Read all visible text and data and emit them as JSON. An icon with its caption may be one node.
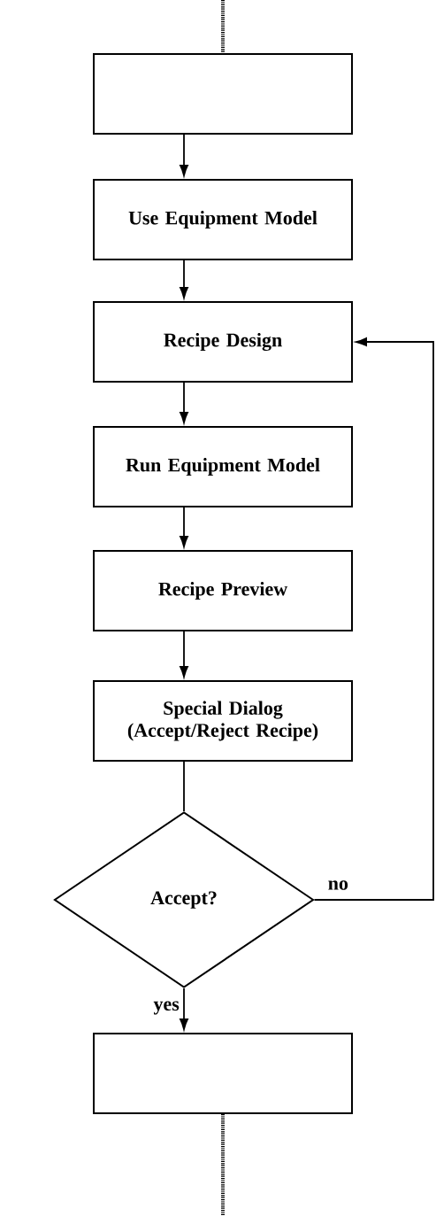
{
  "diagram": {
    "nodes": [
      {
        "text": [],
        "shape": "box"
      },
      {
        "text": [
          "Use Equipment Model"
        ]
      },
      {
        "text": [
          "Recipe Design"
        ]
      },
      {
        "text": [
          "Run Equipment Model"
        ]
      },
      {
        "text": [
          "Recipe Preview"
        ]
      },
      {
        "text": [
          "Special Dialog (Accept/Reject Recipe)"
        ]
      },
      {
        "text": [
          "Accept?"
        ]
      },
      {
        "text": [],
        "shape": "box"
      }
    ],
    "edges": [
      {
        "from": null,
        "to": 0,
        "arrow": "none",
        "style": "dashed"
      },
      {
        "from": 0,
        "to": 1,
        "arrow": "to"
      },
      {
        "from": 1,
        "to": 2,
        "arrow": "to"
      },
      {
        "from": 2,
        "to": 3,
        "arrow": "to"
      },
      {
        "from": 3,
        "to": 4,
        "arrow": "to"
      },
      {
        "from": 4,
        "to": 5,
        "arrow": "to"
      },
      {
        "from": 5,
        "to": 6,
        "arrow": "none"
      },
      {
        "from": 6,
        "to": 7,
        "arrow": "to",
        "label": "yes"
      },
      {
        "from": 6,
        "to": 2,
        "arrow": "to",
        "label": "no"
      },
      {
        "from": 7,
        "to": null,
        "arrow": "none",
        "style": "dashed"
      }
    ]
  }
}
